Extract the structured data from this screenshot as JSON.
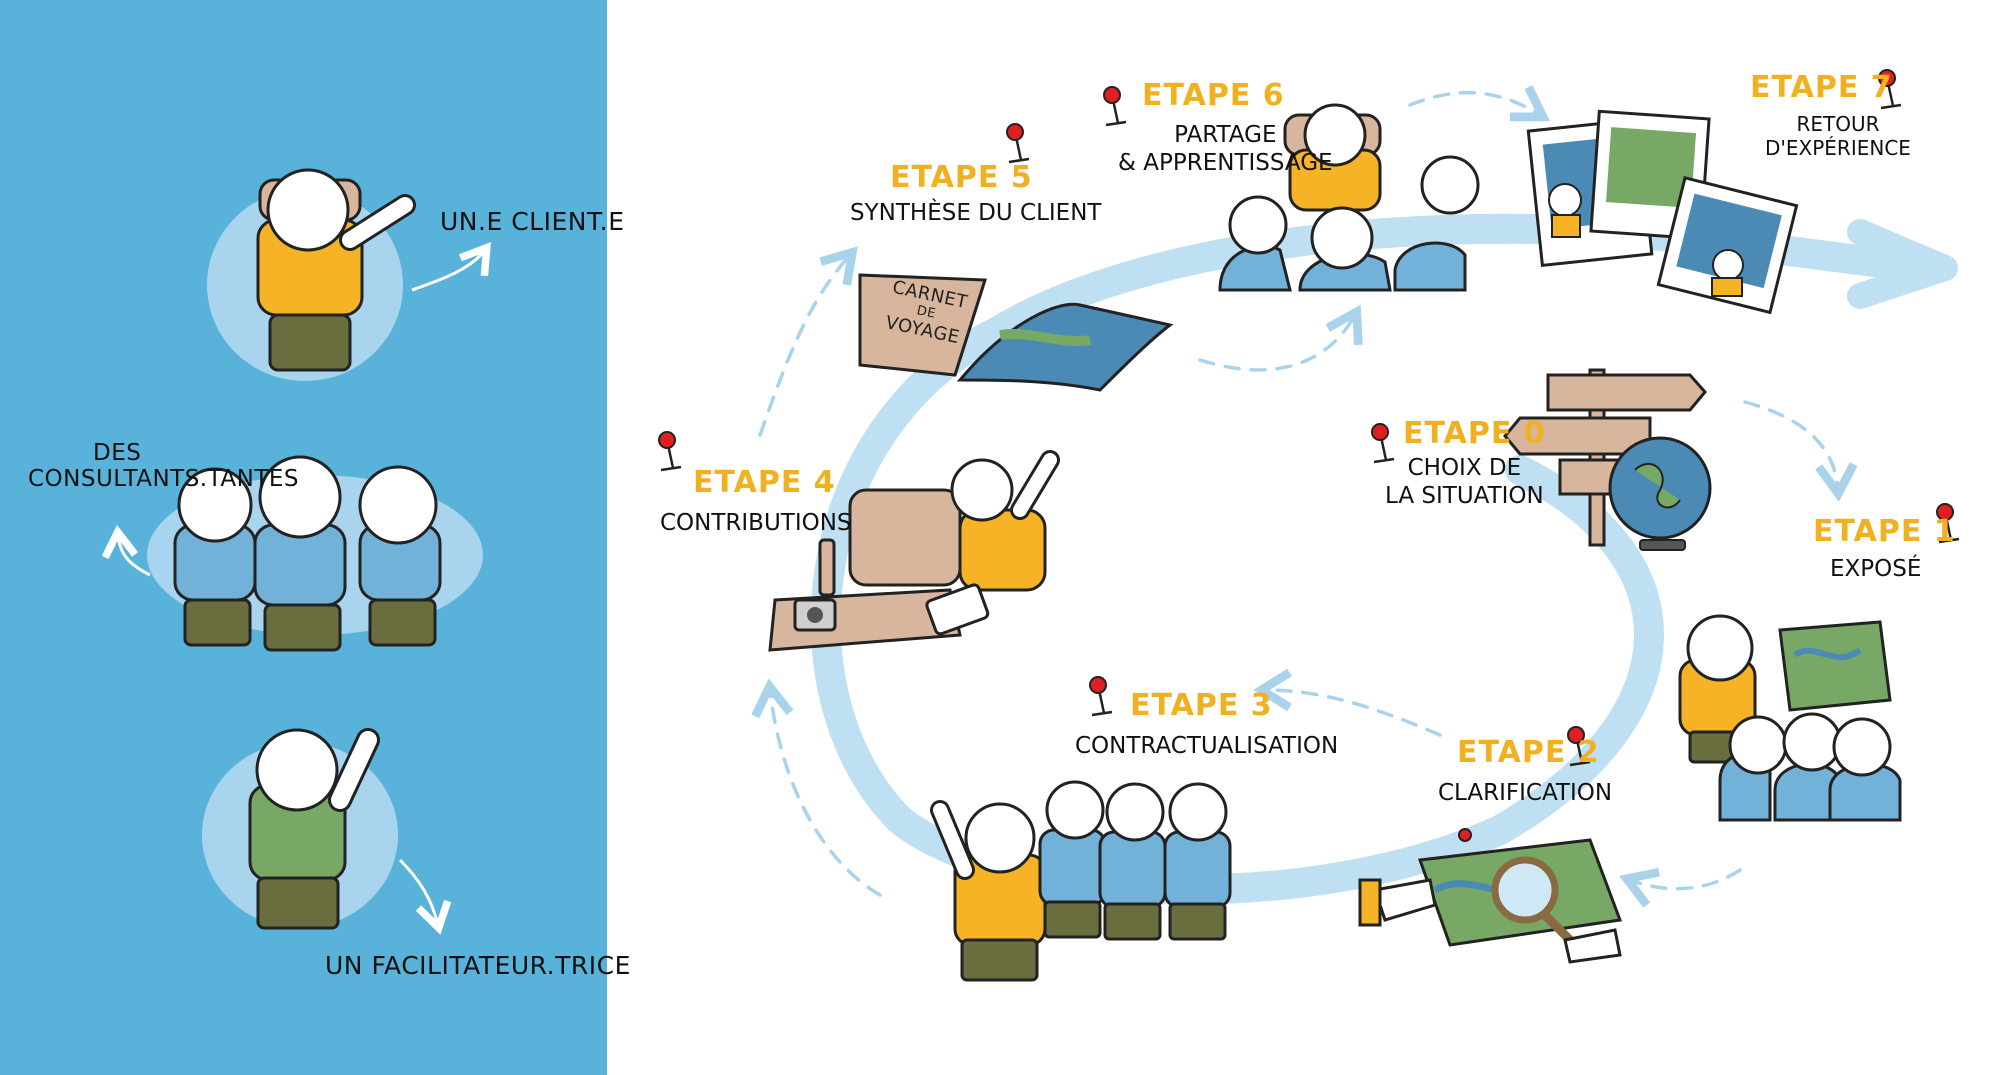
{
  "legend": {
    "client_label": "UN.E CLIENT.E",
    "consultants_label": [
      "DES",
      "CONSULTANTS.TANTES"
    ],
    "facilitator_label": "UN FACILITATEUR.TRICE"
  },
  "steps": [
    {
      "id": "0",
      "title": "ETAPE 0",
      "lines": [
        "CHOIX DE",
        "LA SITUATION"
      ]
    },
    {
      "id": "1",
      "title": "ETAPE 1",
      "lines": [
        "EXPOSÉ"
      ]
    },
    {
      "id": "2",
      "title": "ETAPE 2",
      "lines": [
        "CLARIFICATION"
      ]
    },
    {
      "id": "3",
      "title": "ETAPE 3",
      "lines": [
        "CONTRACTUALISATION"
      ]
    },
    {
      "id": "4",
      "title": "ETAPE 4",
      "lines": [
        "CONTRIBUTIONS"
      ]
    },
    {
      "id": "5",
      "title": "ETAPE 5",
      "lines": [
        "SYNTHÈSE DU CLIENT"
      ]
    },
    {
      "id": "6",
      "title": "ETAPE 6",
      "lines": [
        "PARTAGE",
        "& APPRENTISSAGE"
      ]
    },
    {
      "id": "7",
      "title": "ETAPE 7",
      "lines": [
        "RETOUR",
        "D'EXPÉRIENCE"
      ]
    }
  ],
  "notebook": {
    "lines": [
      "CARNET",
      "DE",
      "VOYAGE"
    ]
  },
  "colors": {
    "panel": "#58b2d9",
    "path": "#bfe0f2",
    "step_title": "#f0b020",
    "client_shirt": "#f5b325",
    "consultant_shirt": "#72b1d8",
    "facilitator_shirt": "#78a865",
    "pants": "#6a6d3e",
    "pin": "#e02020"
  }
}
